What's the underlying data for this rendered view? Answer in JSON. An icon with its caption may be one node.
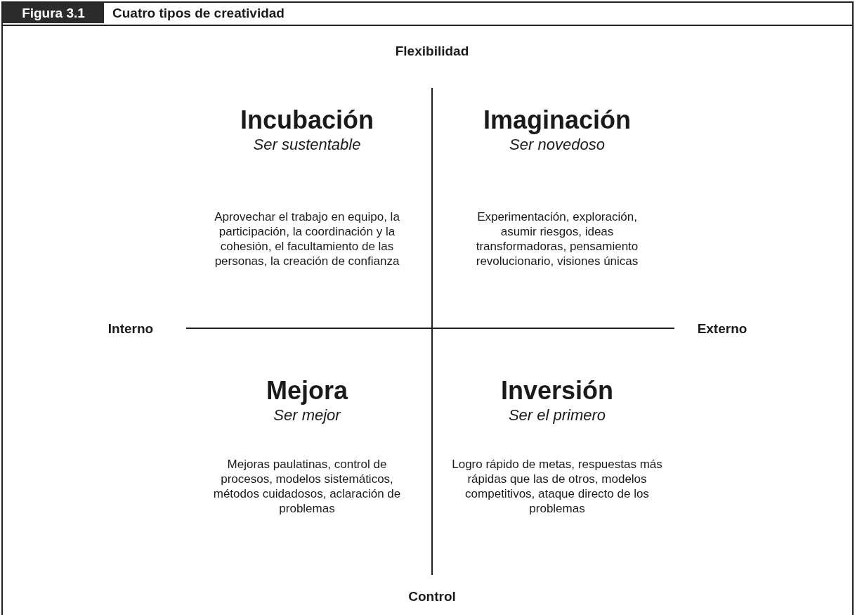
{
  "diagram": {
    "title": "Cuatro tipos de creatividad",
    "labels": [
      "Figura 3.1",
      "Flexibilidad",
      "Incubación",
      "Ser sustentable",
      "Imaginación",
      "Ser novedoso",
      "Aprovechar el trabajo en equipo, la participación, la coordinación y la cohesión, el facultamiento de las personas, la creación de confianza",
      "Experimentación, exploración, asumir riesgos, ideas transformadoras, pensamiento revolucionario, visiones únicas",
      "Interno",
      "Externo",
      "Mejora",
      "Ser mejor",
      "Inversión",
      "Ser el primero",
      "Mejoras paulatinas, control de procesos, modelos sistemáticos, métodos cuidadosos, aclaración de problemas",
      "Logro rápido de metas, respuestas más rápidas que las de otros, modelos competitivos, ataque directo de los problemas",
      "Control"
    ]
  }
}
